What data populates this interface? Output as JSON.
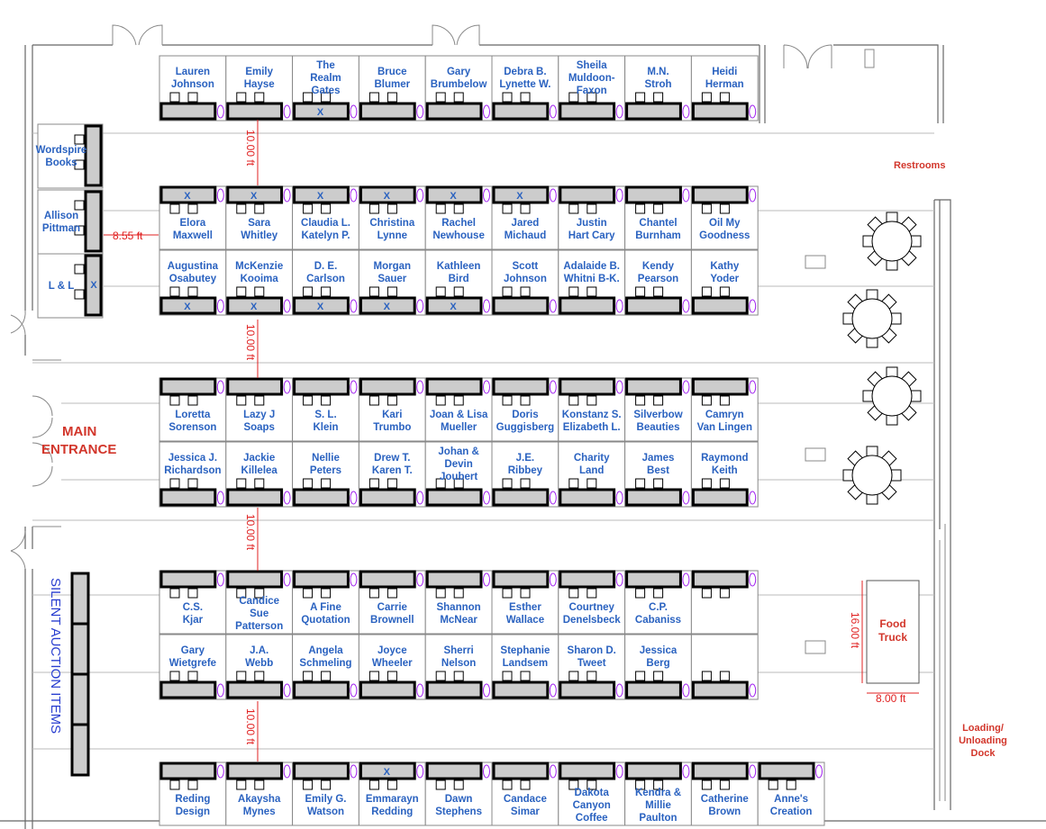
{
  "labels": {
    "main_entrance": [
      "MAIN",
      "ENTRANCE"
    ],
    "restrooms": "Restrooms",
    "loading_dock": [
      "Loading/",
      "Unloading",
      "Dock"
    ],
    "silent_auction": "SILENT AUCTION ITEMS",
    "food_truck": [
      "Food",
      "Truck"
    ]
  },
  "dimensions": {
    "aisle": "10.00 ft",
    "side_gap": "8.55 ft",
    "truck_length": "16.00 ft",
    "truck_width": "8.00 ft"
  },
  "rows": [
    {
      "id": "row1",
      "booths": [
        {
          "lines": [
            "Lauren",
            "Johnson"
          ]
        },
        {
          "lines": [
            "Emily",
            "Hayse"
          ]
        },
        {
          "lines": [
            "The",
            "Realm",
            "Gates"
          ],
          "x": true
        },
        {
          "lines": [
            "Bruce",
            "Blumer"
          ]
        },
        {
          "lines": [
            "Gary",
            "Brumbelow"
          ]
        },
        {
          "lines": [
            "Debra B.",
            "Lynette W."
          ]
        },
        {
          "lines": [
            "Sheila",
            "Muldoon-",
            "Faxon"
          ]
        },
        {
          "lines": [
            "M.N.",
            "Stroh"
          ]
        },
        {
          "lines": [
            "Heidi",
            "Herman"
          ]
        }
      ]
    },
    {
      "id": "row2",
      "booths": [
        {
          "lines": [
            "Elora",
            "Maxwell"
          ],
          "x": true
        },
        {
          "lines": [
            "Sara",
            "Whitley"
          ],
          "x": true
        },
        {
          "lines": [
            "Claudia L.",
            "Katelyn P."
          ],
          "x": true
        },
        {
          "lines": [
            "Christina",
            "Lynne"
          ],
          "x": true
        },
        {
          "lines": [
            "Rachel",
            "Newhouse"
          ],
          "x": true
        },
        {
          "lines": [
            "Jared",
            "Michaud"
          ],
          "x": true
        },
        {
          "lines": [
            "Justin",
            "Hart Cary"
          ]
        },
        {
          "lines": [
            "Chantel",
            "Burnham"
          ]
        },
        {
          "lines": [
            "Oil My",
            "Goodness"
          ]
        }
      ]
    },
    {
      "id": "row3",
      "booths": [
        {
          "lines": [
            "Augustina",
            "Osabutey"
          ],
          "x": true
        },
        {
          "lines": [
            "McKenzie",
            "Kooima"
          ],
          "x": true
        },
        {
          "lines": [
            "D. E.",
            "Carlson"
          ],
          "x": true
        },
        {
          "lines": [
            "Morgan",
            "Sauer"
          ],
          "x": true
        },
        {
          "lines": [
            "Kathleen",
            "Bird"
          ],
          "x": true
        },
        {
          "lines": [
            "Scott",
            "Johnson"
          ]
        },
        {
          "lines": [
            "Adalaide B.",
            "Whitni B-K."
          ]
        },
        {
          "lines": [
            "Kendy",
            "Pearson"
          ]
        },
        {
          "lines": [
            "Kathy",
            "Yoder"
          ]
        }
      ]
    },
    {
      "id": "row4",
      "booths": [
        {
          "lines": [
            "Loretta",
            "Sorenson"
          ]
        },
        {
          "lines": [
            "Lazy J",
            "Soaps"
          ]
        },
        {
          "lines": [
            "S. L.",
            "Klein"
          ]
        },
        {
          "lines": [
            "Kari",
            "Trumbo"
          ]
        },
        {
          "lines": [
            "Joan & Lisa",
            "Mueller"
          ]
        },
        {
          "lines": [
            "Doris",
            "Guggisberg"
          ]
        },
        {
          "lines": [
            "Konstanz S.",
            "Elizabeth L."
          ]
        },
        {
          "lines": [
            "Silverbow",
            "Beauties"
          ]
        },
        {
          "lines": [
            "Camryn",
            "Van Lingen"
          ]
        }
      ]
    },
    {
      "id": "row5",
      "booths": [
        {
          "lines": [
            "Jessica J.",
            "Richardson"
          ]
        },
        {
          "lines": [
            "Jackie",
            "Killelea"
          ]
        },
        {
          "lines": [
            "Nellie",
            "Peters"
          ]
        },
        {
          "lines": [
            "Drew T.",
            "Karen T."
          ]
        },
        {
          "lines": [
            "Johan &",
            "Devin",
            "Joubert"
          ]
        },
        {
          "lines": [
            "J.E.",
            "Ribbey"
          ]
        },
        {
          "lines": [
            "Charity",
            "Land"
          ]
        },
        {
          "lines": [
            "James",
            "Best"
          ]
        },
        {
          "lines": [
            "Raymond",
            "Keith"
          ]
        }
      ]
    },
    {
      "id": "row6",
      "booths": [
        {
          "lines": [
            "C.S.",
            "Kjar"
          ]
        },
        {
          "lines": [
            "Candice",
            "Sue",
            "Patterson"
          ]
        },
        {
          "lines": [
            "A Fine",
            "Quotation"
          ]
        },
        {
          "lines": [
            "Carrie",
            "Brownell"
          ]
        },
        {
          "lines": [
            "Shannon",
            "McNear"
          ]
        },
        {
          "lines": [
            "Esther",
            "Wallace"
          ]
        },
        {
          "lines": [
            "Courtney",
            "Denelsbeck"
          ]
        },
        {
          "lines": [
            "C.P.",
            "Cabaniss"
          ]
        },
        {
          "lines": []
        }
      ]
    },
    {
      "id": "row7",
      "booths": [
        {
          "lines": [
            "Gary",
            "Wietgrefe"
          ]
        },
        {
          "lines": [
            "J.A.",
            "Webb"
          ]
        },
        {
          "lines": [
            "Angela",
            "Schmeling"
          ]
        },
        {
          "lines": [
            "Joyce",
            "Wheeler"
          ]
        },
        {
          "lines": [
            "Sherri",
            "Nelson"
          ]
        },
        {
          "lines": [
            "Stephanie",
            "Landsem"
          ]
        },
        {
          "lines": [
            "Sharon D.",
            "Tweet"
          ]
        },
        {
          "lines": [
            "Jessica",
            "Berg"
          ]
        },
        {
          "lines": []
        }
      ]
    },
    {
      "id": "row8",
      "booths": [
        {
          "lines": [
            "Reding",
            "Design"
          ]
        },
        {
          "lines": [
            "Akaysha",
            "Mynes"
          ]
        },
        {
          "lines": [
            "Emily G.",
            "Watson"
          ]
        },
        {
          "lines": [
            "Emmarayn",
            "Redding"
          ],
          "x": true
        },
        {
          "lines": [
            "Dawn",
            "Stephens"
          ]
        },
        {
          "lines": [
            "Candace",
            "Simar"
          ]
        },
        {
          "lines": [
            "Dakota",
            "Canyon",
            "Coffee"
          ]
        },
        {
          "lines": [
            "Kendra &",
            "Millie",
            "Paulton"
          ]
        },
        {
          "lines": [
            "Catherine",
            "Brown"
          ]
        },
        {
          "lines": [
            "Anne's",
            "Creation"
          ]
        }
      ]
    }
  ],
  "side_booths": [
    {
      "lines": [
        "Wordspire",
        "Books"
      ]
    },
    {
      "lines": [
        "Allison",
        "Pittman"
      ]
    },
    {
      "lines": [
        "L & L"
      ],
      "x": true
    }
  ]
}
